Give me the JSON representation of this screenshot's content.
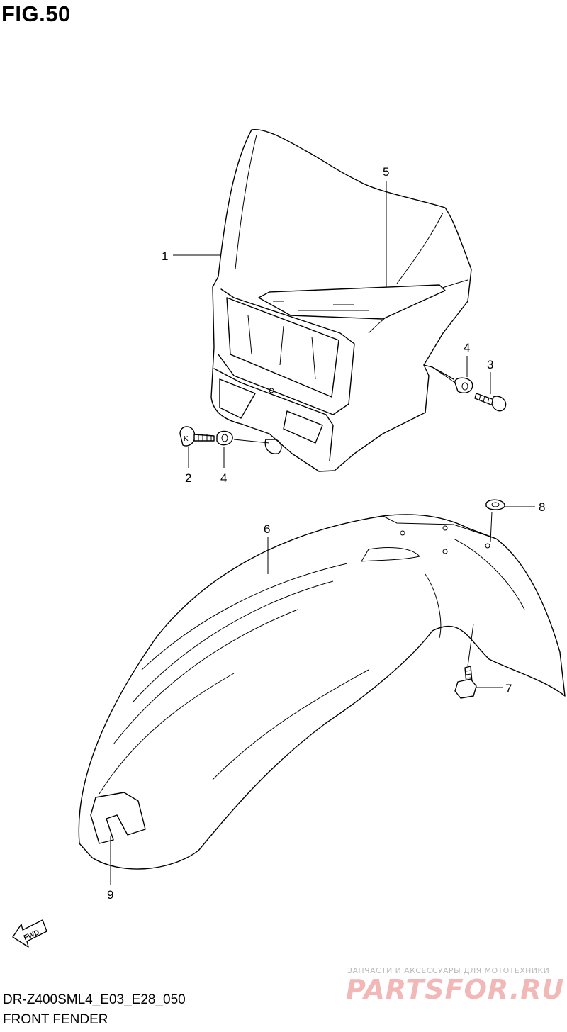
{
  "figure": {
    "title": "FIG.50",
    "model_code": "DR-Z400SML4_E03_E28_050",
    "section_name": "FRONT FENDER"
  },
  "callouts": [
    {
      "id": "c1",
      "label": "1"
    },
    {
      "id": "c2",
      "label": "2"
    },
    {
      "id": "c3",
      "label": "3"
    },
    {
      "id": "c4a",
      "label": "4"
    },
    {
      "id": "c4b",
      "label": "4"
    },
    {
      "id": "c5",
      "label": "5"
    },
    {
      "id": "c6",
      "label": "6"
    },
    {
      "id": "c7",
      "label": "7"
    },
    {
      "id": "c8",
      "label": "8"
    },
    {
      "id": "c9",
      "label": "9"
    }
  ],
  "direction_arrow": {
    "label": "FWD"
  },
  "watermark": {
    "tagline": "ЗАПЧАСТИ И АКСЕССУАРЫ ДЛЯ МОТОТЕХНИКИ",
    "logo": "PARTSFOR.RU"
  }
}
